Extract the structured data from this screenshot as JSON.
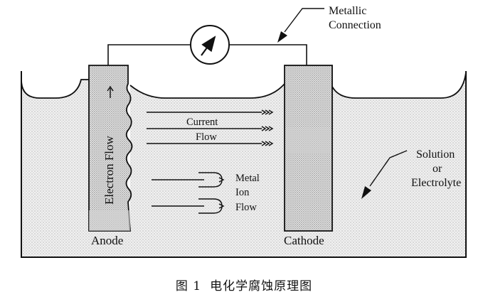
{
  "labels": {
    "metallic_line1": "Metallic",
    "metallic_line2": "Connection",
    "anode": "Anode",
    "cathode": "Cathode",
    "electron_flow": "Electron Flow",
    "current_line1": "Current",
    "current_line2": "Flow",
    "ion_line1": "Metal",
    "ion_line2": "Ion",
    "ion_line3": "Flow",
    "solution_line1": "Solution",
    "solution_line2": "or",
    "solution_line3": "Electrolyte"
  },
  "caption": {
    "figure_number": "图 1",
    "title": "电化学腐蚀原理图"
  },
  "colors": {
    "stroke": "#111111",
    "electrolyte": "#ececec",
    "electrode": "#dcdcdc"
  }
}
